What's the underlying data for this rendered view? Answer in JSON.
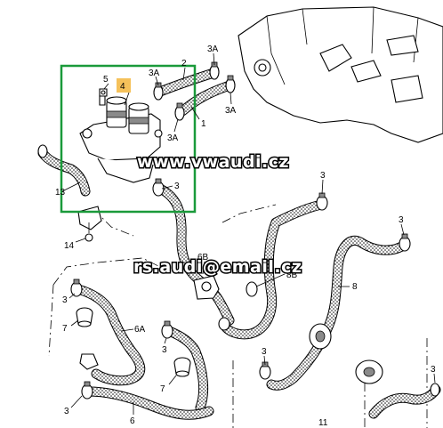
{
  "callouts": {
    "c2": "2",
    "c3A_top": "3A",
    "c3A_a": "3A",
    "c3A_b": "3A",
    "c3A_c": "3A",
    "c5": "5",
    "c4": "4",
    "c1": "1",
    "c3_valve": "3",
    "c13": "13",
    "c14": "14",
    "c3_right": "3",
    "c3_mid": "3",
    "c3_farright": "3",
    "c8": "8",
    "c8B": "8B",
    "c6B": "6B",
    "c3_left": "3",
    "c7_left": "7",
    "c6A": "6A",
    "c3_lower": "3",
    "c7_mid": "7",
    "c3_bottom": "3",
    "c6": "6",
    "c3_bottomright": "3",
    "c11": "11"
  },
  "watermarks": {
    "site": "www.vwaudi.cz",
    "email": "rs.audi@email.cz"
  },
  "colors": {
    "highlight_box": "#1a9a3a",
    "part4_badge": "#f5c15a"
  }
}
